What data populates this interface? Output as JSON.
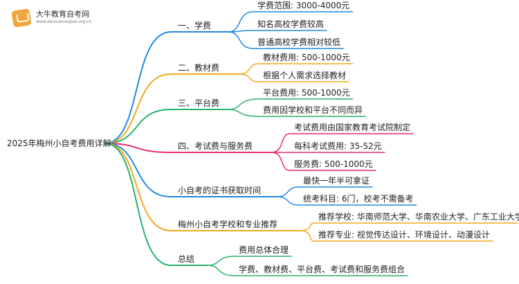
{
  "logo": {
    "title": "大牛教育自考网",
    "url": "www.daniuexiaojiao.org.cn"
  },
  "root": "2025年梅州小自考费用详解",
  "colors": {
    "blue": "#1e88e5",
    "orange": "#f2a81d",
    "green": "#26b26a",
    "pink": "#ec2a77",
    "logo": "#f2a53a"
  },
  "branches": [
    {
      "label": "一、学费",
      "color": "blue",
      "children": [
        "学费范围: 3000-4000元",
        "知名高校学费较高",
        "普通高校学费相对较低"
      ]
    },
    {
      "label": "二、教材费",
      "color": "orange",
      "children": [
        "教材费用: 500-1000元",
        "根据个人需求选择教材"
      ]
    },
    {
      "label": "三、平台费",
      "color": "green",
      "children": [
        "平台费用: 500-1000元",
        "费用因学校和平台不同而异"
      ]
    },
    {
      "label": "四、考试费与服务费",
      "color": "pink",
      "children": [
        "考试费用由国家教育考试院制定",
        "每科考试费用: 35-52元",
        "服务费: 500-1000元"
      ]
    },
    {
      "label": "小自考的证书获取时间",
      "color": "blue",
      "children": [
        "最快一年半可拿证",
        "统考科目: 6门，校考不需备考"
      ]
    },
    {
      "label": "梅州小自考学校和专业推荐",
      "color": "orange",
      "children": [
        "推荐学校: 华南师范大学、华南农业大学、广东工业大学",
        "推荐专业: 视觉传达设计、环境设计、动漫设计"
      ]
    },
    {
      "label": "总结",
      "color": "green",
      "children": [
        "费用总体合理",
        "学费、教材费、平台费、考试费和服务费组合"
      ]
    }
  ]
}
